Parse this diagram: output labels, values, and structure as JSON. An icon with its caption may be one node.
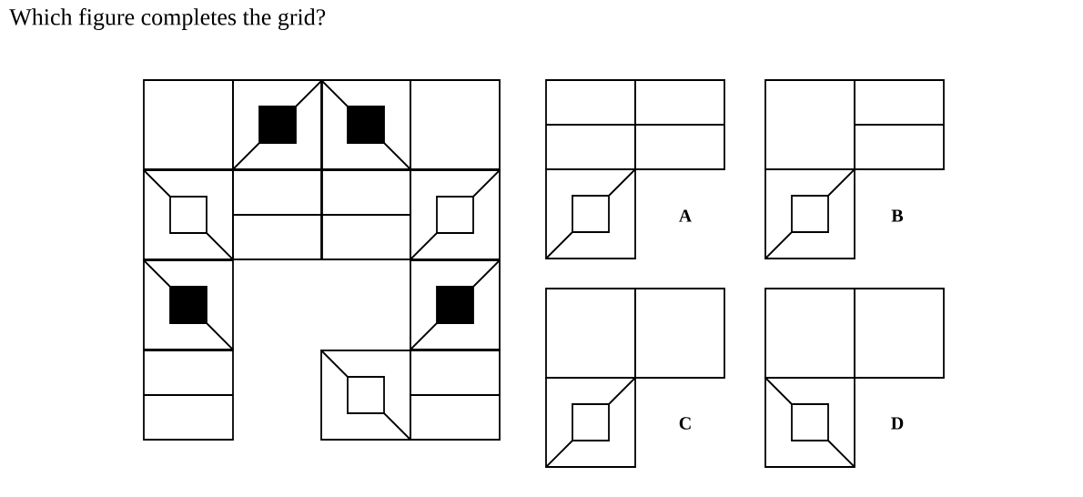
{
  "diagram": {
    "title": "Which figure completes the grid?",
    "labels": [
      "A",
      "B",
      "C",
      "D"
    ]
  }
}
